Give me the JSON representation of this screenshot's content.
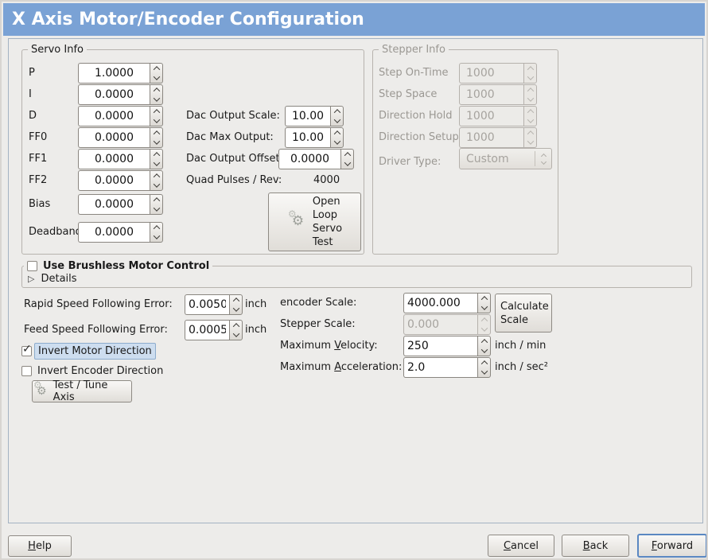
{
  "title": "X Axis Motor/Encoder Configuration",
  "colors": {
    "titlebar_blue": "#7aa2d5",
    "selection_highlight": "#cdddef",
    "window_bg": "#edecea"
  },
  "icons": {
    "gear": "⚙",
    "check": "✓",
    "expander_triangle": "▷"
  },
  "servo_info": {
    "legend": "Servo Info",
    "fields": [
      {
        "label": "P",
        "value": "1.0000"
      },
      {
        "label": "I",
        "value": "0.0000"
      },
      {
        "label": "D",
        "value": "0.0000"
      },
      {
        "label": "FF0",
        "value": "0.0000"
      },
      {
        "label": "FF1",
        "value": "0.0000"
      },
      {
        "label": "FF2",
        "value": "0.0000"
      },
      {
        "label": "Bias",
        "value": "0.0000"
      },
      {
        "label": "Deadband",
        "value": "0.0000"
      }
    ],
    "dac_output_scale": {
      "label": "Dac Output Scale:",
      "value": "10.00"
    },
    "dac_max_output": {
      "label": "Dac Max Output:",
      "value": "10.00"
    },
    "dac_output_offset": {
      "label": "Dac Output Offset:",
      "value": "0.0000"
    },
    "quad_pulses": {
      "label": "Quad Pulses / Rev:",
      "value": "4000"
    },
    "open_loop_button": "Open\nLoop\nServo\nTest"
  },
  "stepper_info": {
    "legend": "Stepper Info",
    "fields": [
      {
        "label": "Step On-Time",
        "value": "1000"
      },
      {
        "label": "Step Space",
        "value": "1000"
      },
      {
        "label": "Direction Hold",
        "value": "1000"
      },
      {
        "label": "Direction Setup",
        "value": "1000"
      }
    ],
    "driver_type": {
      "label": "Driver Type:",
      "value": "Custom"
    }
  },
  "brushless": {
    "checkbox_label": "Use Brushless Motor Control",
    "details_label": "Details"
  },
  "following_error": {
    "rapid": {
      "label": "Rapid Speed Following Error:",
      "value": "0.0050",
      "unit": "inch"
    },
    "feed": {
      "label": "Feed Speed Following Error:",
      "value": "0.0005",
      "unit": "inch"
    }
  },
  "options": {
    "invert_motor": {
      "label": "Invert Motor Direction",
      "check": "✓"
    },
    "invert_encoder": {
      "label": "Invert Encoder Direction"
    },
    "test_tune_button": "Test / Tune Axis"
  },
  "scale": {
    "encoder_scale": {
      "label": "encoder Scale:",
      "value": "4000.000"
    },
    "stepper_scale": {
      "label": "Stepper Scale:",
      "value": "0.000"
    },
    "calculate_button": "Calculate\nScale",
    "max_velocity": {
      "pre": "Maximum ",
      "key": "V",
      "post": "elocity:",
      "value": "250",
      "unit": "inch / min"
    },
    "max_acceleration": {
      "pre": "Maximum ",
      "key": "A",
      "post": "cceleration:",
      "value": "2.0",
      "unit": "inch / sec²"
    }
  },
  "footer": {
    "help": {
      "key": "H",
      "post": "elp"
    },
    "cancel": {
      "key": "C",
      "post": "ancel"
    },
    "back": {
      "key": "B",
      "post": "ack"
    },
    "forward": {
      "key": "F",
      "post": "orward"
    }
  }
}
